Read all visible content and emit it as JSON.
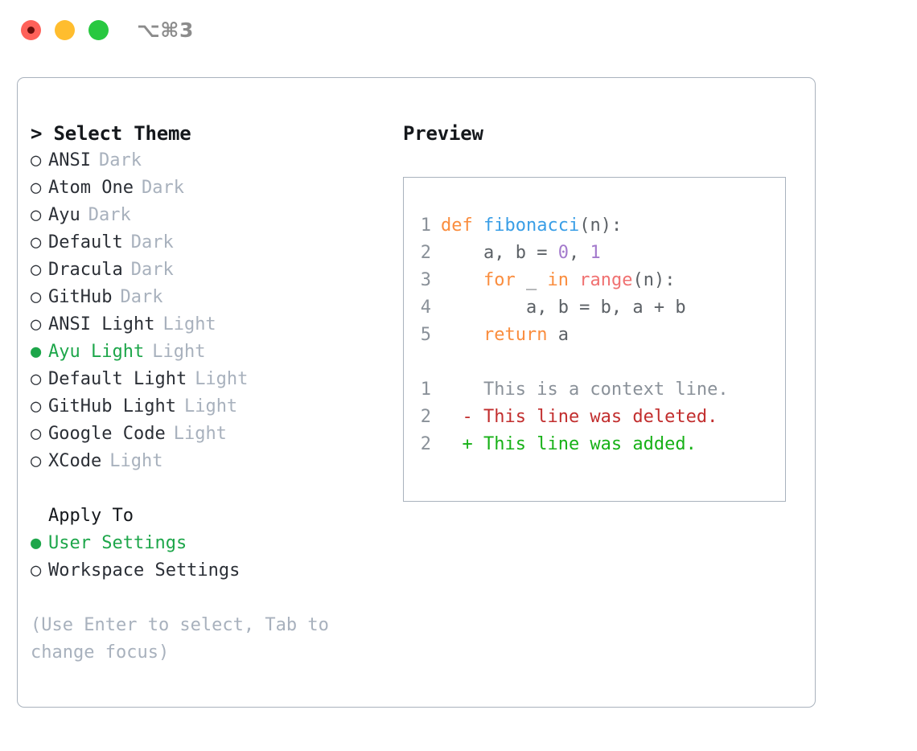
{
  "titlebar": {
    "shortcut": "⌥⌘3",
    "buttons": [
      {
        "name": "close",
        "color": "#FF6159"
      },
      {
        "name": "minimize",
        "color": "#FFBD2E"
      },
      {
        "name": "maximize",
        "color": "#28C840"
      }
    ]
  },
  "theme_picker": {
    "header": "> Select Theme",
    "options": [
      {
        "label": "ANSI",
        "tag": "Dark",
        "selected": false,
        "bullet": "○"
      },
      {
        "label": "Atom One",
        "tag": "Dark",
        "selected": false,
        "bullet": "○"
      },
      {
        "label": "Ayu",
        "tag": "Dark",
        "selected": false,
        "bullet": "○"
      },
      {
        "label": "Default",
        "tag": "Dark",
        "selected": false,
        "bullet": "○"
      },
      {
        "label": "Dracula",
        "tag": "Dark",
        "selected": false,
        "bullet": "○"
      },
      {
        "label": "GitHub",
        "tag": "Dark",
        "selected": false,
        "bullet": "○"
      },
      {
        "label": "ANSI Light",
        "tag": "Light",
        "selected": false,
        "bullet": "○"
      },
      {
        "label": "Ayu Light",
        "tag": "Light",
        "selected": true,
        "bullet": "●"
      },
      {
        "label": "Default Light",
        "tag": "Light",
        "selected": false,
        "bullet": "○"
      },
      {
        "label": "GitHub Light",
        "tag": "Light",
        "selected": false,
        "bullet": "○"
      },
      {
        "label": "Google Code",
        "tag": "Light",
        "selected": false,
        "bullet": "○"
      },
      {
        "label": "XCode",
        "tag": "Light",
        "selected": false,
        "bullet": "○"
      }
    ]
  },
  "apply_to": {
    "header": "Apply To",
    "options": [
      {
        "label": "User Settings",
        "selected": true,
        "bullet": "●"
      },
      {
        "label": "Workspace Settings",
        "selected": false,
        "bullet": "○"
      }
    ]
  },
  "hint": "(Use Enter to select, Tab to change focus)",
  "preview": {
    "title": "Preview",
    "code_lines": [
      {
        "number": "1",
        "tokens": [
          {
            "text": "def ",
            "type": "keyword"
          },
          {
            "text": "fibonacci",
            "type": "function"
          },
          {
            "text": "(n):",
            "type": "plain"
          }
        ]
      },
      {
        "number": "2",
        "tokens": [
          {
            "text": "    a, b = ",
            "type": "plain"
          },
          {
            "text": "0",
            "type": "number"
          },
          {
            "text": ", ",
            "type": "plain"
          },
          {
            "text": "1",
            "type": "number"
          }
        ]
      },
      {
        "number": "3",
        "tokens": [
          {
            "text": "    ",
            "type": "plain"
          },
          {
            "text": "for",
            "type": "keyword"
          },
          {
            "text": " _ ",
            "type": "plain"
          },
          {
            "text": "in",
            "type": "keyword"
          },
          {
            "text": " ",
            "type": "plain"
          },
          {
            "text": "range",
            "type": "call"
          },
          {
            "text": "(n):",
            "type": "plain"
          }
        ]
      },
      {
        "number": "4",
        "tokens": [
          {
            "text": "        a, b = b, a + b",
            "type": "plain"
          }
        ]
      },
      {
        "number": "5",
        "tokens": [
          {
            "text": "    ",
            "type": "plain"
          },
          {
            "text": "return",
            "type": "keyword"
          },
          {
            "text": " a",
            "type": "plain"
          }
        ]
      }
    ],
    "diff_lines": [
      {
        "number": "1",
        "marker": " ",
        "text": " This is a context line.",
        "type": "context"
      },
      {
        "number": "2",
        "marker": "-",
        "text": " This line was deleted.",
        "type": "deleted"
      },
      {
        "number": "2",
        "marker": "+",
        "text": " This line was added.",
        "type": "added"
      }
    ]
  },
  "colors": {
    "accent_green": "#1DA64A",
    "muted": "#A8B1BD",
    "border": "#A9B2BD",
    "keyword": "#FA8D3E",
    "function": "#399EE6",
    "number": "#A37ACC",
    "call": "#F07171",
    "diff_added": "#17B117",
    "diff_deleted": "#C22E2E"
  }
}
